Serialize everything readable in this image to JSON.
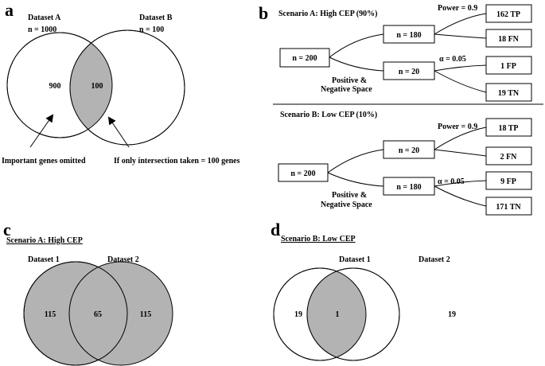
{
  "colors": {
    "shade": "#b3b3b3",
    "line": "#000000",
    "background": "#ffffff"
  },
  "panel_a": {
    "letter": "a",
    "set_a_label": "Dataset A",
    "set_a_n": "n = 1000",
    "set_b_label": "Dataset B",
    "set_b_n": "n = 100",
    "only_a": "900",
    "intersection": "100",
    "note_left": "Important genes omitted",
    "note_right": "If only intersection taken = 100 genes"
  },
  "panel_b": {
    "letter": "b",
    "scenarios": [
      {
        "title": "Scenario A: High CEP (90%)",
        "root": "n = 200",
        "pos_node": "n = 180",
        "neg_node": "n = 20",
        "power": "Power = 0.9",
        "alpha": "α =  0.05",
        "space_line1": "Positive &",
        "space_line2": "Negative Space",
        "tp": "162 TP",
        "fn": "18 FN",
        "fp": "1 FP",
        "tn": "19 TN"
      },
      {
        "title": "Scenario B: Low CEP (10%)",
        "root": "n = 200",
        "pos_node": "n = 20",
        "neg_node": "n = 180",
        "power": "Power = 0.9",
        "alpha": "α =  0.05",
        "space_line1": "Positive &",
        "space_line2": "Negative Space",
        "tp": "18 TP",
        "fn": "2 FN",
        "fp": "9 FP",
        "tn": "171 TN"
      }
    ]
  },
  "panel_c": {
    "letter": "c",
    "title": "Scenario A: High CEP",
    "set1_label": "Dataset 1",
    "set2_label": "Dataset 2",
    "only_1": "115",
    "intersection": "65",
    "only_2": "115"
  },
  "panel_d": {
    "letter": "d",
    "title": "Scenario B: Low CEP",
    "set1_label": "Dataset 1",
    "set2_label": "Dataset 2",
    "only_1": "19",
    "intersection": "1",
    "only_2": "19"
  }
}
